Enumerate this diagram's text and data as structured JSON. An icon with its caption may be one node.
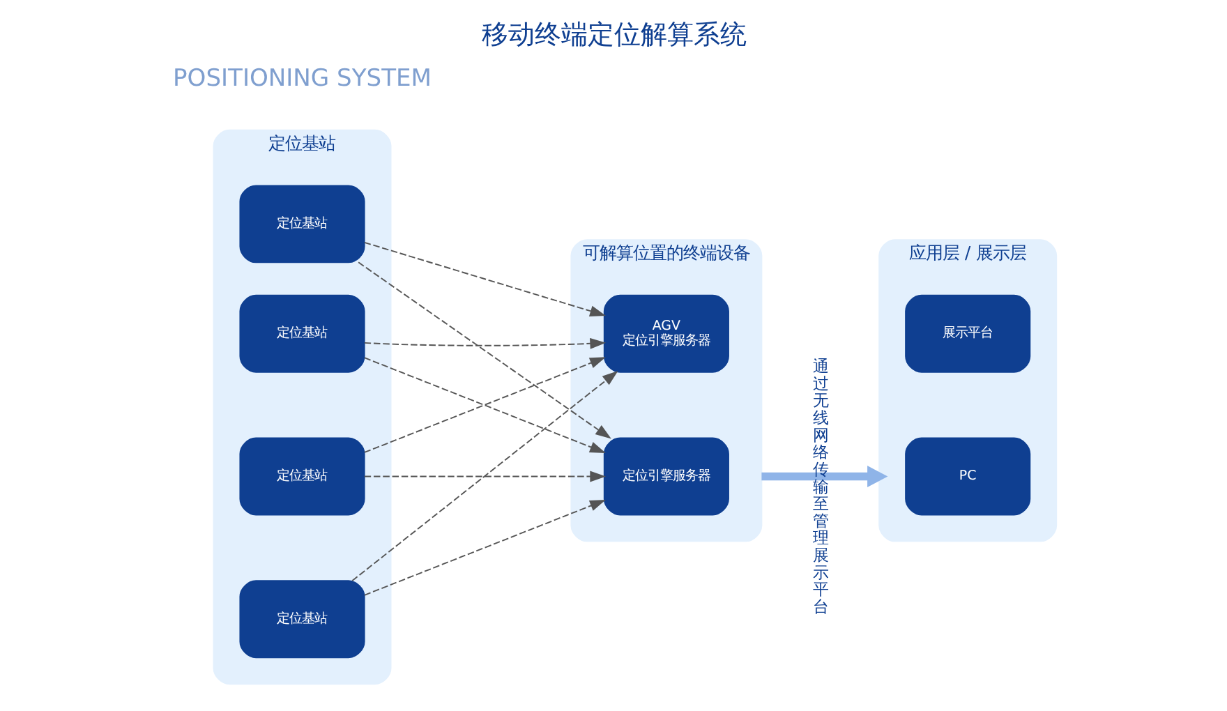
{
  "diagram": {
    "title": "移动终端定位解算系统",
    "nodes": [
      {
        "text": [
          "定位基站"
        ]
      },
      {
        "text": [
          "定位基站"
        ],
        "in": 0
      },
      {
        "text": [
          "定位基站"
        ],
        "in": 0
      },
      {
        "text": [
          "定位基站"
        ],
        "in": 0
      },
      {
        "text": [
          "定位基站"
        ],
        "in": 0
      },
      {
        "text": [
          "可解算位置的终端设备"
        ]
      },
      {
        "text": [
          "定位引擎服务器"
        ],
        "in": 5
      },
      {
        "text": [
          "AGV",
          "定位引擎服务器"
        ],
        "in": 5
      },
      {
        "text": [
          "应用层 / 展示层"
        ]
      },
      {
        "text": [
          "PC"
        ],
        "in": 8
      },
      {
        "text": [
          "展示平台"
        ],
        "in": 8
      }
    ],
    "edges": [
      {
        "from": 1,
        "to": 6,
        "arrow": "to",
        "style": "dashed"
      },
      {
        "from": 1,
        "to": 7,
        "arrow": "to",
        "style": "dashed"
      },
      {
        "from": 2,
        "to": 6,
        "arrow": "to",
        "style": "dashed"
      },
      {
        "from": 2,
        "to": 7,
        "arrow": "to",
        "style": "dashed"
      },
      {
        "from": 3,
        "to": 6,
        "arrow": "to",
        "style": "dashed"
      },
      {
        "from": 3,
        "to": 7,
        "arrow": "to",
        "style": "dashed"
      },
      {
        "from": 4,
        "to": 6,
        "arrow": "to",
        "style": "dashed"
      },
      {
        "from": 4,
        "to": 7,
        "arrow": "to",
        "style": "dashed"
      },
      {
        "from": 5,
        "to": 8,
        "arrow": "to",
        "label": "通过无线网络传输至管理展示平台",
        "style": "thick",
        "color": "#8fb4e8"
      }
    ],
    "labels": [
      "POSITIONING SYSTEM"
    ]
  }
}
